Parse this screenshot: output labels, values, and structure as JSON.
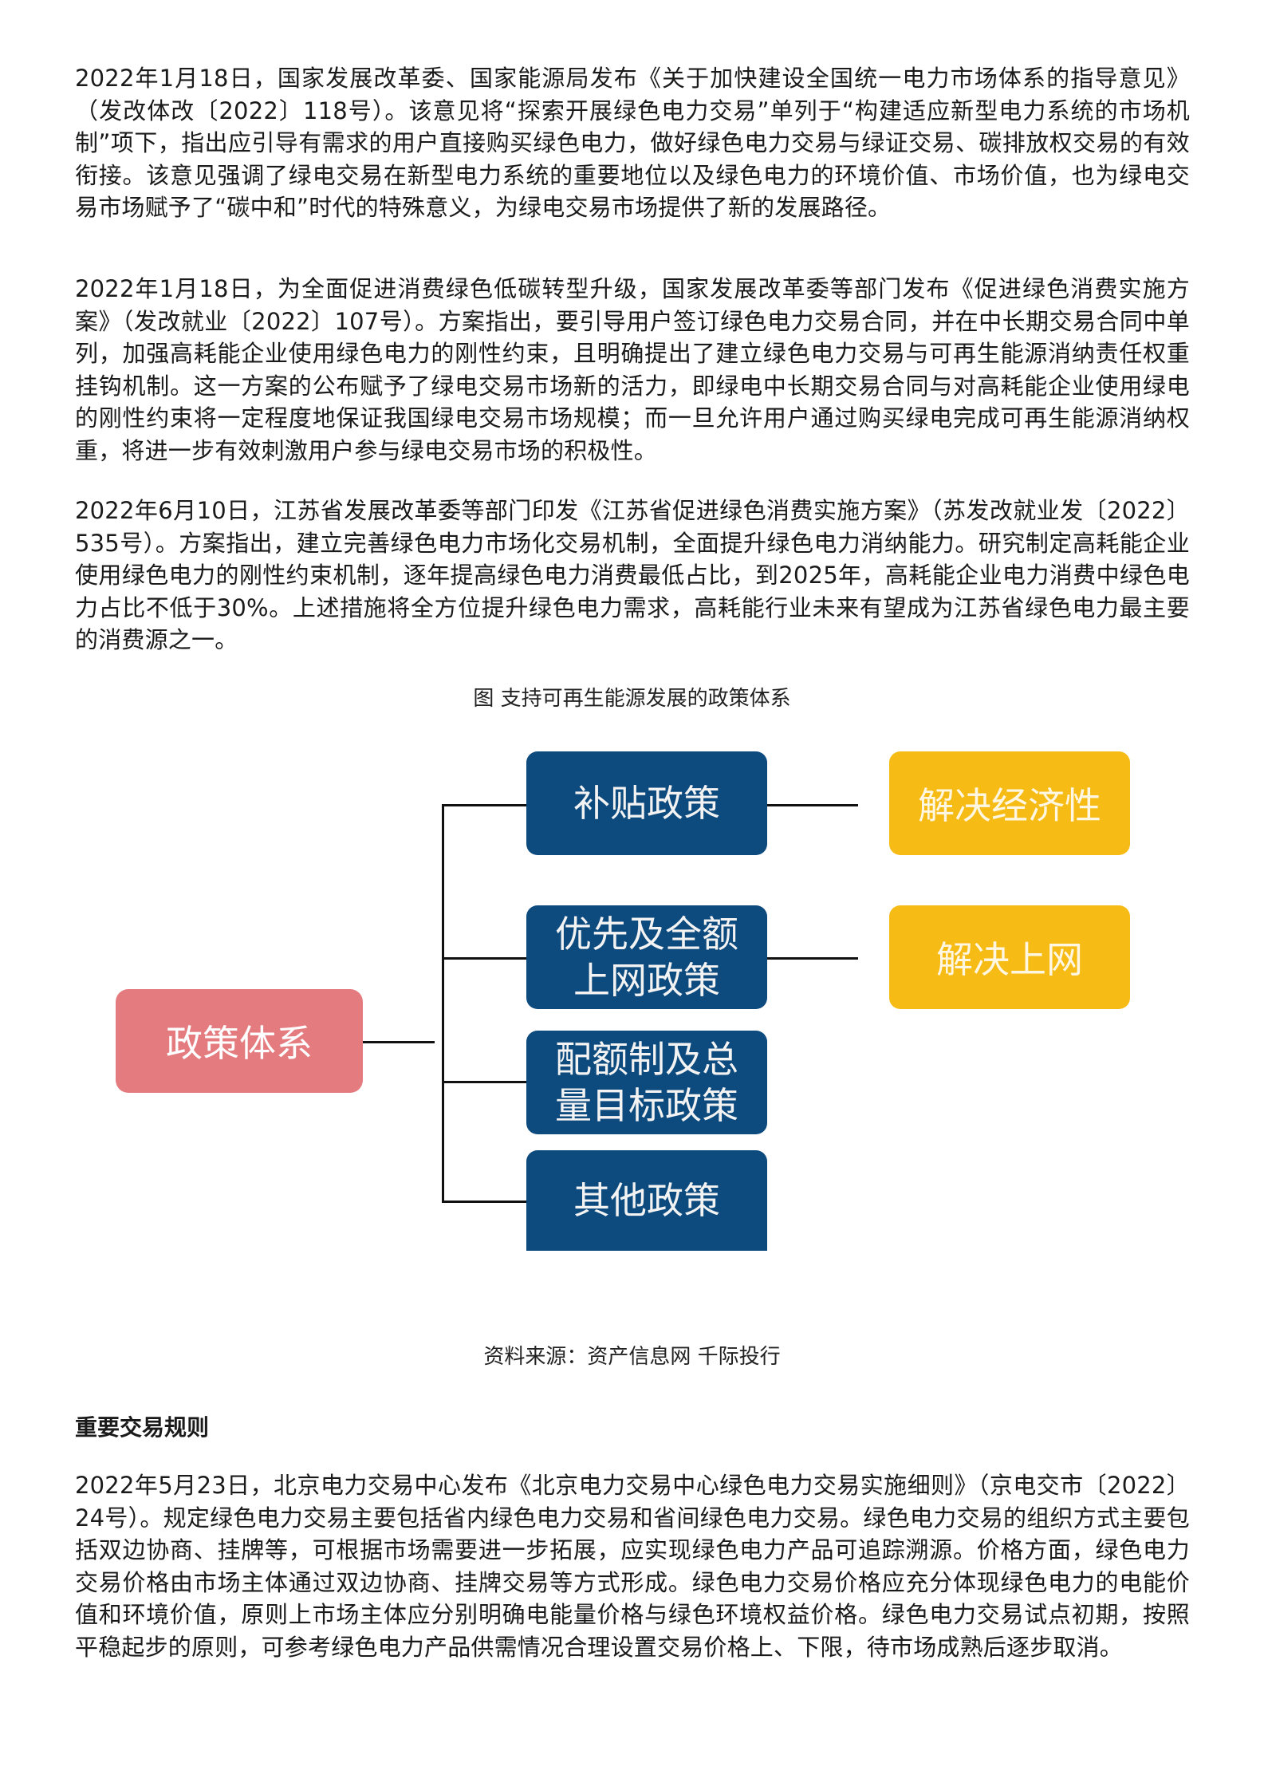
{
  "paragraphs": [
    "2022年1月18日，国家发展改革委、国家能源局发布《关于加快建设全国统一电力市场体系的指导意见》（发改体改〔2022〕118号）。该意见将“探索开展绿色电力交易”单列于“构建适应新型电力系统的市场机制”项下，指出应引导有需求的用户直接购买绿色电力，做好绿色电力交易与绿证交易、碳排放权交易的有效衔接。该意见强调了绿电交易在新型电力系统的重要地位以及绿色电力的环境价值、市场价值，也为绿电交易市场赋予了“碳中和”时代的特殊意义，为绿电交易市场提供了新的发展路径。",
    "2022年1月18日，为全面促进消费绿色低碳转型升级，国家发展改革委等部门发布《促进绿色消费实施方案》（发改就业〔2022〕107号）。方案指出，要引导用户签订绿色电力交易合同，并在中长期交易合同中单列，加强高耗能企业使用绿色电力的刚性约束，且明确提出了建立绿色电力交易与可再生能源消纳责任权重挂钩机制。这一方案的公布赋予了绿电交易市场新的活力，即绿电中长期交易合同与对高耗能企业使用绿电的刚性约束将一定程度地保证我国绿电交易市场规模；而一旦允许用户通过购买绿电完成可再生能源消纳权重，将进一步有效刺激用户参与绿电交易市场的积极性。",
    "2022年6月10日，江苏省发展改革委等部门印发《江苏省促进绿色消费实施方案》（苏发改就业发〔2022〕535号）。方案指出，建立完善绿色电力市场化交易机制，全面提升绿色电力消纳能力。研究制定高耗能企业使用绿色电力的刚性约束机制，逐年提高绿色电力消费最低占比，到2025年，高耗能企业电力消费中绿色电力占比不低于30%。上述措施将全方位提升绿色电力需求，高耗能行业未来有望成为江苏省绿色电力最主要的消费源之一。"
  ],
  "figure": {
    "title": "图 支持可再生能源发展的政策体系",
    "source": "资料来源：资产信息网 千际投行",
    "root": "政策体系",
    "policies": [
      {
        "line1": "补贴政策",
        "line2": ""
      },
      {
        "line1": "优先及全额",
        "line2": "上网政策"
      },
      {
        "line1": "配额制及总",
        "line2": "量目标政策"
      },
      {
        "line1": "其他政策",
        "line2": ""
      }
    ],
    "goals": [
      "解决经济性",
      "解决上网"
    ]
  },
  "section": {
    "heading": "重要交易规则",
    "paragraph": "2022年5月23日，北京电力交易中心发布《北京电力交易中心绿色电力交易实施细则》（京电交市〔2022〕24号）。规定绿色电力交易主要包括省内绿色电力交易和省间绿色电力交易。绿色电力交易的组织方式主要包括双边协商、挂牌等，可根据市场需要进一步拓展，应实现绿色电力产品可追踪溯源。价格方面，绿色电力交易价格由市场主体通过双边协商、挂牌交易等方式形成。绿色电力交易价格应充分体现绿色电力的电能价值和环境价值，原则上市场主体应分别明确电能量价格与绿色环境权益价格。绿色电力交易试点初期，按照平稳起步的原则，可参考绿色电力产品供需情况合理设置交易价格上、下限，待市场成熟后逐步取消。"
  },
  "colors": {
    "root": "#e47b7f",
    "policy": "#0d4a7e",
    "goal": "#f6bb14"
  }
}
